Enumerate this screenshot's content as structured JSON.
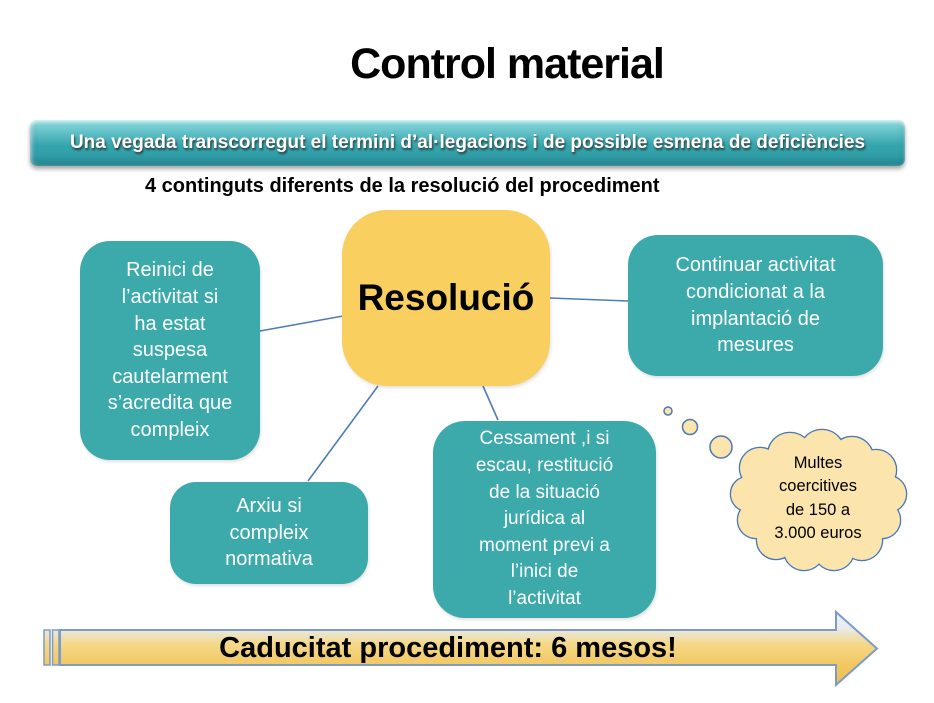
{
  "slide": {
    "title": "Control material",
    "banner": "Una vegada transcorregut el termini d’al·legacions i de possible esmena de deficiències",
    "subtitle": "4 continguts diferents de la resolució del procediment"
  },
  "diagram": {
    "center": "Resolució",
    "nodes": [
      {
        "id": "reinici",
        "text": "Reinici de\nl’activitat si\nha estat\nsuspesa\ncautelarment\ns’acredita que\ncompleix"
      },
      {
        "id": "continuar",
        "text": "Continuar activitat\ncondicionat a la\nimplantació de\nmesures"
      },
      {
        "id": "arxiu",
        "text": "Arxiu si\ncompleix\nnormativa"
      },
      {
        "id": "cessament",
        "text": "Cessament ,i si\nescau, restitució\nde la situació\njurídica al\nmoment previ a\nl’inici de\nl’activitat"
      }
    ]
  },
  "cloud": {
    "text": "Multes\ncoercitives\nde 150 a\n3.000 euros"
  },
  "arrow": {
    "label": "Caducitat procediment: 6 mesos!"
  },
  "colors": {
    "teal": "#3caaab",
    "yellow": "#f9cf5f",
    "cloud_fill": "#fbe5ad",
    "cloud_stroke": "#4a78b8",
    "connector": "#4e7cb8",
    "banner_top": "#8fdbe0",
    "banner_mid": "#35a5ad",
    "banner_bottom": "#2d99a3",
    "arrow_outline": "#7d9bc6"
  }
}
